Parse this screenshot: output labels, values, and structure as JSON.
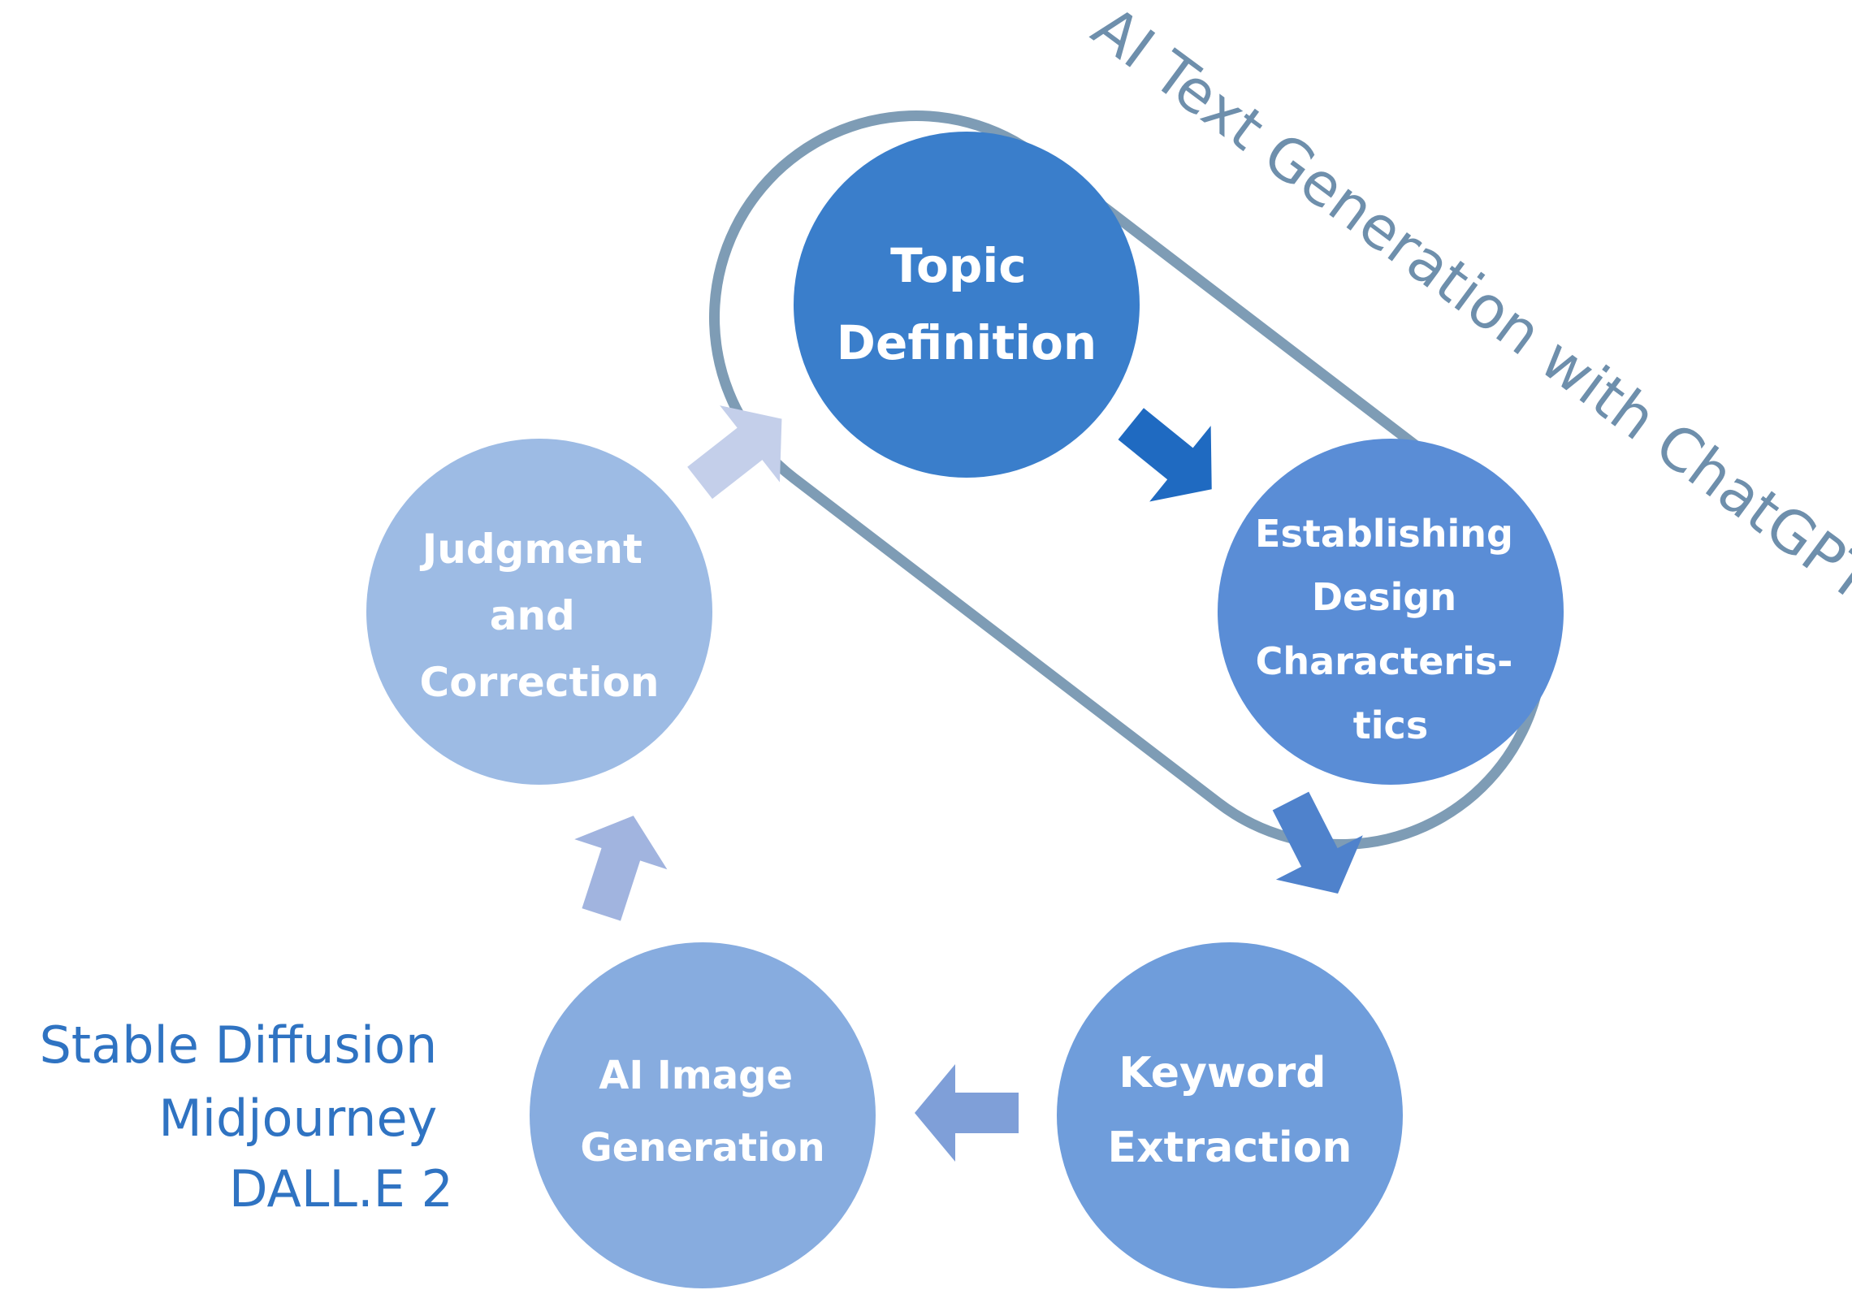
{
  "banner": {
    "text": "AI Text Generation with ChatGPT",
    "color": "#6e8fac"
  },
  "nodes": [
    {
      "id": "topic-definition",
      "lines": [
        "Topic",
        "Definition"
      ],
      "color": "#3a7ecb"
    },
    {
      "id": "establishing-design-characteristics",
      "lines": [
        "Establishing",
        "Design",
        "Characteris-",
        "tics"
      ],
      "color": "#5a8dd6"
    },
    {
      "id": "keyword-extraction",
      "lines": [
        "Keyword",
        "Extraction"
      ],
      "color": "#6f9ddb"
    },
    {
      "id": "ai-image-generation",
      "lines": [
        "AI Image",
        "Generation"
      ],
      "color": "#87acdf"
    },
    {
      "id": "judgment-and-correction",
      "lines": [
        "Judgment",
        "and",
        "Correction"
      ],
      "color": "#9dbbe4"
    }
  ],
  "tools": {
    "lines": [
      "Stable Diffusion",
      "Midjourney",
      "DALL.E 2"
    ],
    "color": "#2f73c2"
  },
  "arrows": [
    {
      "id": "topic-to-design",
      "color": "#1f6ac1"
    },
    {
      "id": "design-to-keyword",
      "color": "#4f82cc"
    },
    {
      "id": "keyword-to-image",
      "color": "#7f9fd8"
    },
    {
      "id": "image-to-judgment",
      "color": "#a1b4df"
    },
    {
      "id": "judgment-to-topic",
      "color": "#c4cfea"
    }
  ],
  "pill_color": "#7e9cb5"
}
